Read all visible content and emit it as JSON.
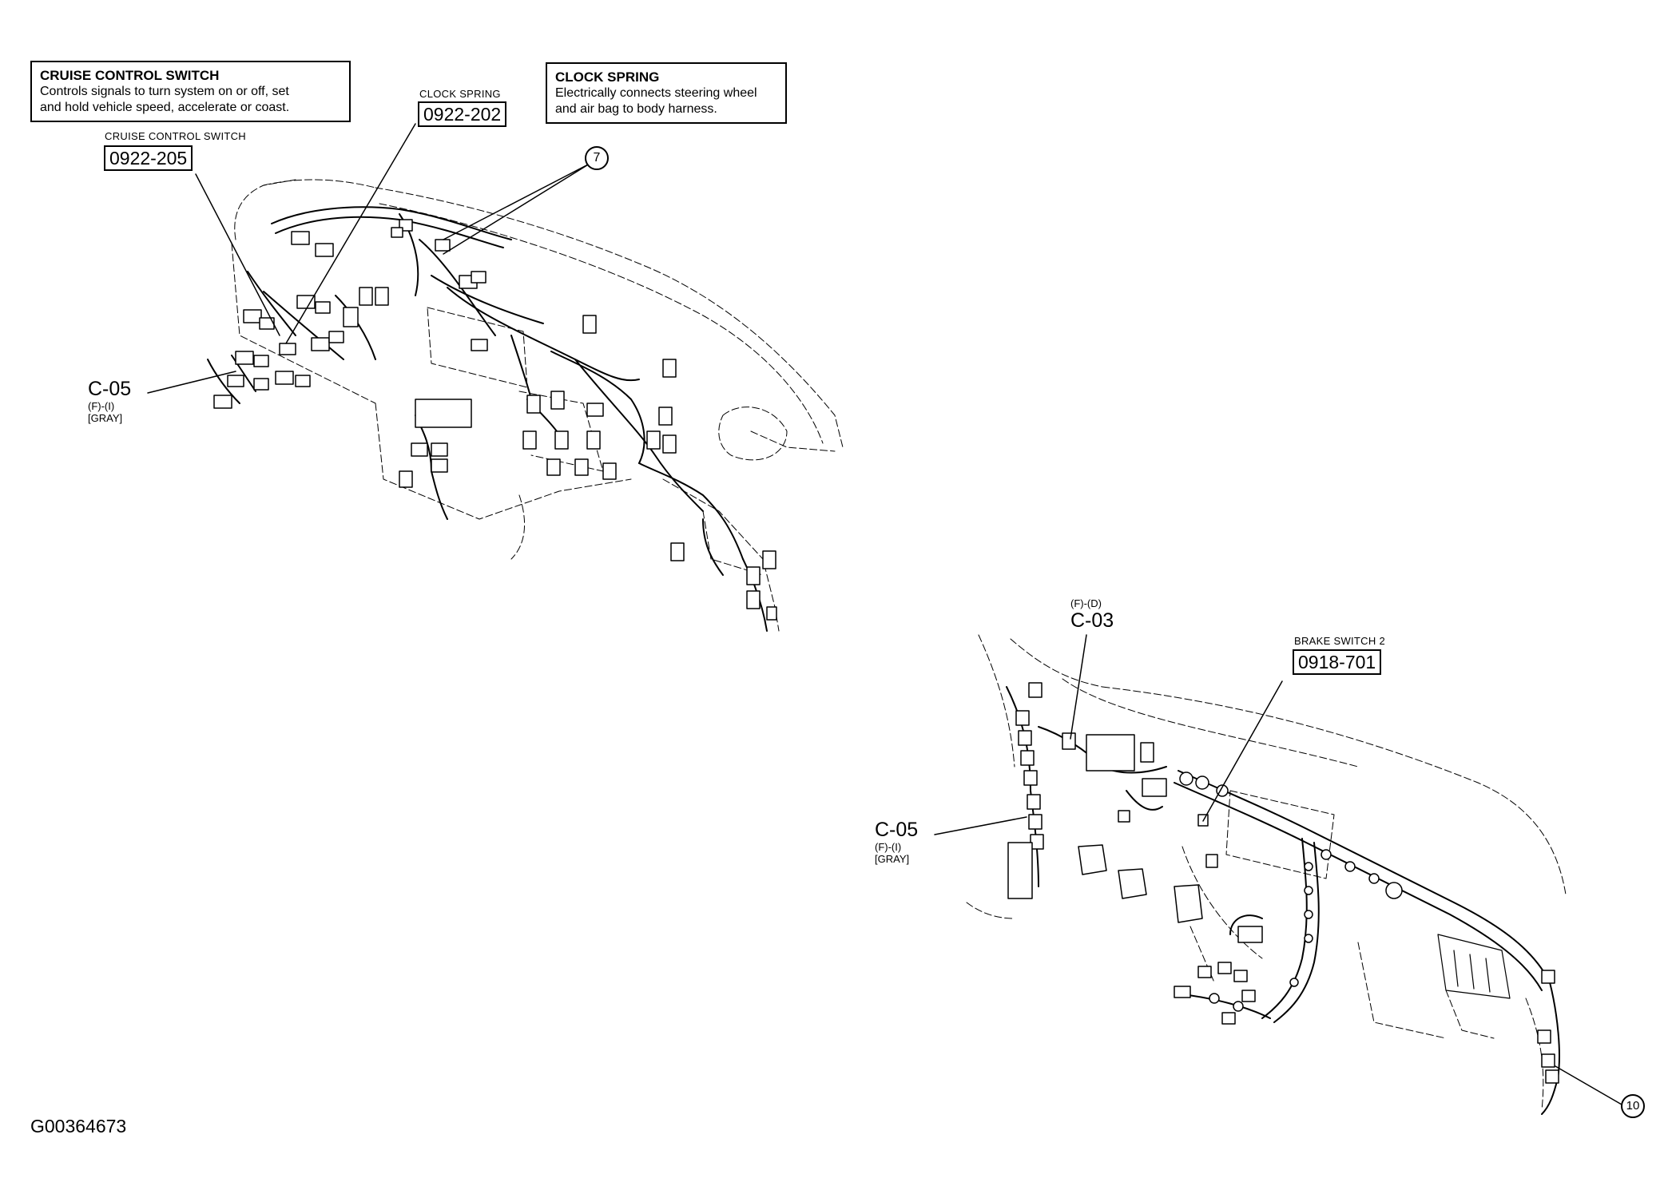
{
  "info_boxes": {
    "cruise": {
      "title": "CRUISE CONTROL SWITCH",
      "desc_line1": "Controls signals to turn system on or off, set",
      "desc_line2": "and hold vehicle speed, accelerate or coast."
    },
    "clock": {
      "title": "CLOCK SPRING",
      "desc_line1": "Electrically connects steering wheel",
      "desc_line2": "and air bag to body harness."
    }
  },
  "component_labels": {
    "cruise_switch": {
      "name": "CRUISE CONTROL SWITCH",
      "code": "0922-205"
    },
    "clock_spring": {
      "name": "CLOCK SPRING",
      "code": "0922-202"
    },
    "brake_switch": {
      "name": "BRAKE SWITCH 2",
      "code": "0918-701"
    }
  },
  "connectors": {
    "c05_upper": {
      "id": "C-05",
      "pin": "(F)-(I)",
      "color": "[GRAY]"
    },
    "c05_lower": {
      "id": "C-05",
      "pin": "(F)-(I)",
      "color": "[GRAY]"
    },
    "c03": {
      "id": "C-03",
      "pin": "(F)-(D)"
    }
  },
  "callouts": {
    "seven": "7",
    "ten": "10"
  },
  "figure_id": "G00364673"
}
